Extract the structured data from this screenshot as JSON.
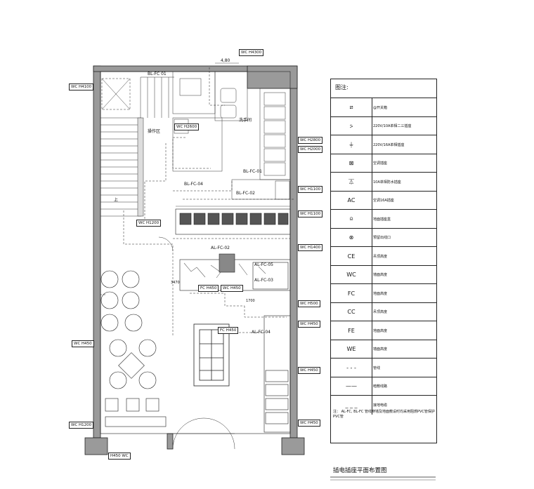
{
  "drawing": {
    "title": "插电插座平面布置图",
    "note_label": "注：",
    "note_text": "AL-FC, BL-FC 管线穿墙及地面敷设时均采用阻燃PVC管保护 PVC管"
  },
  "legend": {
    "header": "图注:",
    "items": [
      {
        "symbol": "⧄",
        "text": "@开关箱"
      },
      {
        "symbol": "⍩",
        "text": "220V/10A单相二三插座"
      },
      {
        "symbol": "⏚",
        "text": "220V/16A单相插座"
      },
      {
        "symbol": "⊠",
        "text": "空调插座"
      },
      {
        "symbol": "⏄",
        "text": "10A单相防水插座"
      },
      {
        "symbol": "AC",
        "text": "空调16A插座"
      },
      {
        "symbol": "⍝",
        "text": "地面插座盒"
      },
      {
        "symbol": "⊗",
        "text": "预留出线口"
      },
      {
        "symbol": "CE",
        "text": "吊顶高度"
      },
      {
        "symbol": "WC",
        "text": "墙面高度"
      },
      {
        "symbol": "FC",
        "text": "地面高度"
      },
      {
        "symbol": "CC",
        "text": "吊顶高度"
      },
      {
        "symbol": "FE",
        "text": "地面高度"
      },
      {
        "symbol": "WE",
        "text": "墙面高度"
      },
      {
        "symbol": "- - -",
        "text": "管线"
      },
      {
        "symbol": "——",
        "text": "暗敷线路"
      },
      {
        "symbol": "_ _ _",
        "text": "接地电缆"
      }
    ]
  },
  "labels": {
    "bl_fc_01_top": "BL-FC 01",
    "bl_fc_01": "BL-FC-01",
    "bl_fc_02": "BL-FC-02",
    "bl_fc_04": "BL-FC-04",
    "al_fc_02": "AL-FC-02",
    "al_fc_03": "AL-FC-03",
    "al_fc_04": "AL-FC-04",
    "al_fc_05": "AL-FC-05",
    "zone_work": "操作区",
    "zone_rest": "洗手间",
    "stair_up": "上",
    "dim_top": "4,80",
    "dim_a": "3470",
    "dim_b": "1700"
  },
  "tags": {
    "t1": "WC H4300",
    "t2": "WC H4100",
    "t3": "WC H2600",
    "t4": "WC H1200",
    "t5": "WC H2800",
    "t6": "WC H2000",
    "t7": "WC H1100",
    "t8": "WC H1100",
    "t9": "WC H1400",
    "t10": "WC H500",
    "t11": "WC H450",
    "t12": "WC H450",
    "t13": "WC H450",
    "t14": "WC H450",
    "t15": "WC H1200",
    "t16": "H450 WC",
    "t17": "FC H450",
    "t18": "WC H450",
    "t19": "FC H450"
  }
}
